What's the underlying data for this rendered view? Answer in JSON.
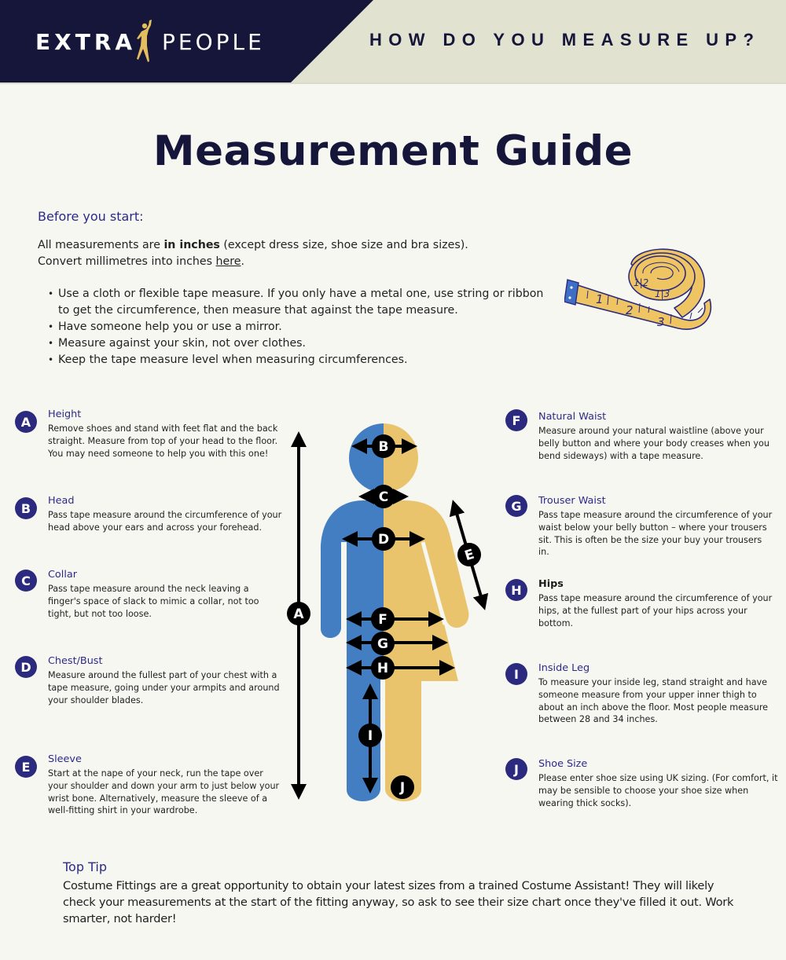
{
  "header": {
    "logo_left": "EXTRA",
    "logo_right": "PEOPLE",
    "tagline": "HOW DO YOU MEASURE UP?",
    "colors": {
      "navy": "#15163a",
      "cream": "#e1e2cf",
      "gold": "#e4bd5e"
    }
  },
  "page": {
    "title": "Measurement Guide"
  },
  "before_you_start": {
    "heading": "Before you start:",
    "line1_prefix": "All measurements are ",
    "line1_bold": "in inches",
    "line1_suffix": " (except dress size, shoe size and bra sizes).",
    "line2_prefix": "Convert millimetres into inches ",
    "line2_link": "here",
    "line2_suffix": ".",
    "tips": [
      "Use a cloth or flexible tape measure. If you only have a metal one, use string or ribbon to get the circumference, then measure that against the tape measure.",
      "Have someone help you or use a mirror.",
      "Measure against your skin, not over clothes.",
      "Keep the tape measure level when measuring circumferences."
    ]
  },
  "tape_measure_illustration": {
    "numbers": [
      "1",
      "2",
      "3",
      "12",
      "13"
    ]
  },
  "measurements_left": [
    {
      "letter": "A",
      "title": "Height",
      "desc": "Remove shoes and stand with feet flat and the back straight. Measure from top of your head to the floor. You may need someone to help you with this one!"
    },
    {
      "letter": "B",
      "title": "Head",
      "desc": "Pass tape measure around the circumference of your head above your ears and across your forehead."
    },
    {
      "letter": "C",
      "title": "Collar",
      "desc": "Pass tape measure around the neck leaving a finger's space of slack to mimic a collar, not too tight, but not too loose."
    },
    {
      "letter": "D",
      "title": "Chest/Bust",
      "desc": "Measure around the fullest part of your chest with a tape measure, going under your armpits and around your shoulder blades."
    },
    {
      "letter": "E",
      "title": "Sleeve",
      "desc": "Start at the nape of your neck, run the tape over your shoulder and down your arm to just below your wrist bone. Alternatively, measure the sleeve of a well-fitting shirt in your wardrobe."
    }
  ],
  "measurements_right": [
    {
      "letter": "F",
      "title": "Natural Waist",
      "desc": "Measure around your natural waistline (above your belly button and where your body creases when you bend sideways) with a tape measure."
    },
    {
      "letter": "G",
      "title": "Trouser Waist",
      "desc": "Pass tape measure around the circumference of your waist below your belly button – where your trousers sit. This is often be the size your buy your trousers in."
    },
    {
      "letter": "H",
      "title": "Hips",
      "desc": "Pass tape measure around the circumference of your hips, at the fullest part of your hips across your bottom."
    },
    {
      "letter": "I",
      "title": "Inside Leg",
      "desc": "To measure your inside leg, stand straight and have someone measure from your upper inner thigh to about an inch above the floor. Most people measure between 28 and 34 inches."
    },
    {
      "letter": "J",
      "title": "Shoe Size",
      "desc": "Please enter shoe size using UK sizing. (For comfort, it may be sensible to choose your shoe size when wearing thick socks)."
    }
  ],
  "figure": {
    "labels": [
      "A",
      "B",
      "C",
      "D",
      "E",
      "F",
      "G",
      "H",
      "I",
      "J"
    ],
    "colors": {
      "blue": "#437ec3",
      "gold": "#e9c46c",
      "marker": "#000000"
    }
  },
  "top_tip": {
    "heading": "Top Tip",
    "body": "Costume Fittings are a great opportunity to obtain your latest sizes from a trained Costume Assistant! They will likely check your measurements at the start of the fitting anyway, so ask to see their size chart once they've filled it out. Work smarter, not harder!"
  }
}
